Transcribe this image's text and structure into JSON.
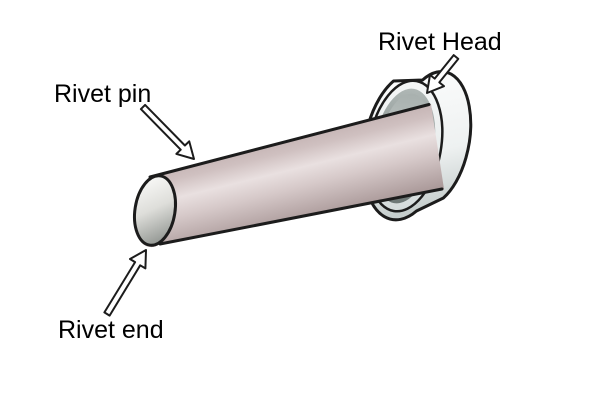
{
  "diagram": {
    "type": "labeled-illustration",
    "subject": "Rivet",
    "labels": {
      "head": "Rivet Head",
      "pin": "Rivet pin",
      "end": "Rivet end"
    },
    "colors": {
      "background": "#ffffff",
      "outline": "#1c1c1c",
      "label_text": "#000000",
      "arrow_fill": "#ffffff",
      "pin_top": "#b7a4a4",
      "pin_upper": "#cfc0c0",
      "pin_highlight": "#e9e0e0",
      "pin_lower": "#d6c9c9",
      "pin_bottom": "#a18f8f",
      "cap_light": "#f6f6f4",
      "cap_mid": "#dededa",
      "cap_dark": "#939793",
      "head_light": "#fbfcfc",
      "head_mid": "#eef1f1",
      "head_shadow": "#c6cecd",
      "flange_light": "#f4f6f6",
      "flange_mid": "#e9eded",
      "flange_shadow": "#d3dada",
      "ring_light": "#aeb6b4",
      "ring_mid": "#8f9997",
      "ring_dark": "#6e7876",
      "socket_top": "#a9b1af",
      "socket_mid": "#c2c9c7",
      "socket_bottom": "#eef1f0"
    }
  }
}
